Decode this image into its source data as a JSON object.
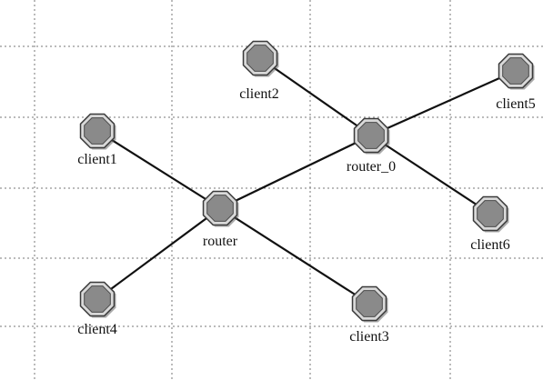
{
  "diagram": {
    "colors": {
      "background": "#ffffff",
      "grid": "#777777",
      "link": "#111111",
      "node_fill": "#8a8a8a",
      "node_highlight": "#d9d9d9",
      "node_outline": "#3a3a3a"
    },
    "nodes": [
      {
        "id": "client1",
        "label": "client1"
      },
      {
        "id": "client2",
        "label": "client2"
      },
      {
        "id": "client3",
        "label": "client3"
      },
      {
        "id": "client4",
        "label": "client4"
      },
      {
        "id": "client5",
        "label": "client5"
      },
      {
        "id": "client6",
        "label": "client6"
      },
      {
        "id": "router",
        "label": "router"
      },
      {
        "id": "router_0",
        "label": "router_0"
      }
    ],
    "links": [
      {
        "from": "client1",
        "to": "router"
      },
      {
        "from": "client4",
        "to": "router"
      },
      {
        "from": "client3",
        "to": "router"
      },
      {
        "from": "router",
        "to": "router_0"
      },
      {
        "from": "client2",
        "to": "router_0"
      },
      {
        "from": "client5",
        "to": "router_0"
      },
      {
        "from": "client6",
        "to": "router_0"
      }
    ]
  }
}
